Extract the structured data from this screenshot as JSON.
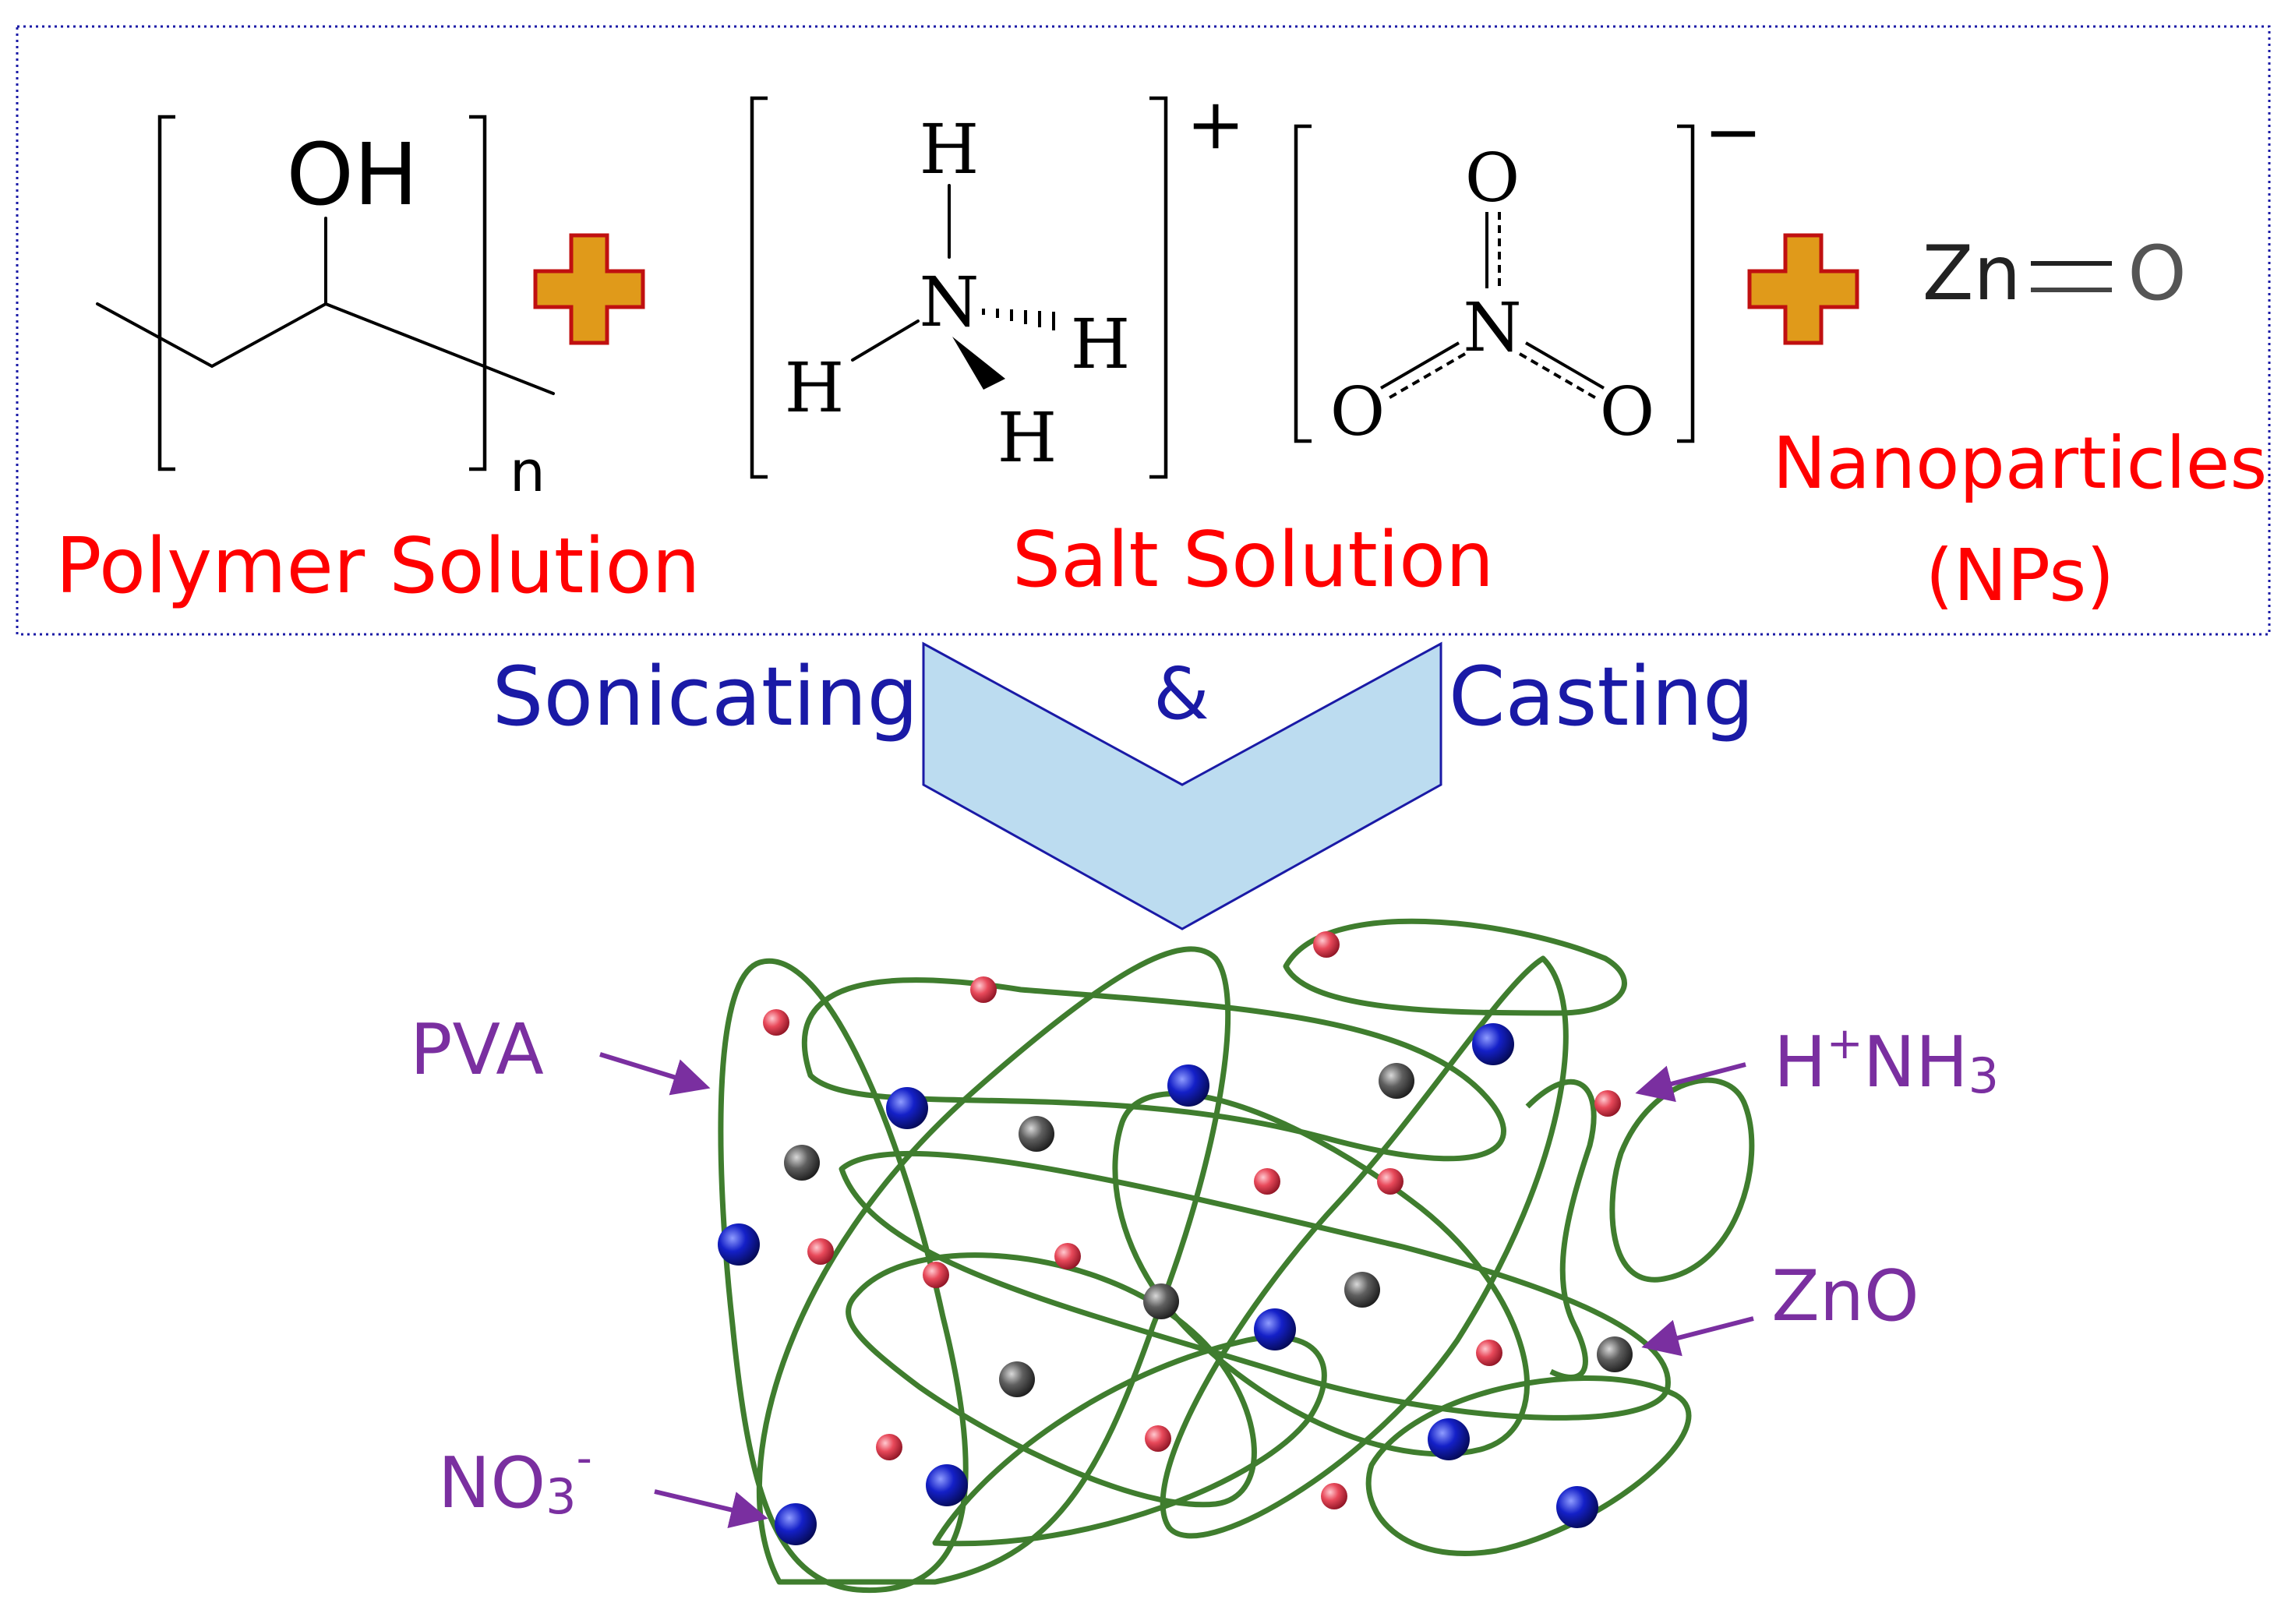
{
  "reactants": {
    "polymer": {
      "group": "OH",
      "subscript": "n",
      "label": "Polymer Solution"
    },
    "salt": {
      "cation_atoms": {
        "h_top": "H",
        "n": "N",
        "h_left": "H",
        "h_right": "H",
        "h_bottom": "H"
      },
      "cation_charge": "+",
      "anion_atoms": {
        "o_top": "O",
        "n": "N",
        "o_left": "O",
        "o_right": "O"
      },
      "anion_charge": "−",
      "label": "Salt Solution"
    },
    "nanoparticles": {
      "zn": "Zn",
      "o": "O",
      "label_line1": "Nanoparticles",
      "label_line2": "(NPs)"
    }
  },
  "process": {
    "left": "Sonicating",
    "middle": "&",
    "right": "Casting"
  },
  "product": {
    "labels": {
      "pva": "PVA",
      "h": "H",
      "h_sup": "+",
      "nh": "NH",
      "nh_sub": "3",
      "zno": "ZnO",
      "no": "NO",
      "no_sub": "3",
      "no_sup": "-"
    }
  },
  "colors": {
    "label_red": "#ff0000",
    "process_blue": "#1a1aa6",
    "callout_purple": "#7a2fa0",
    "plus_fill": "#e09a1a",
    "plus_stroke": "#c01010",
    "arrow_fill": "#bcdcf0",
    "arrow_stroke": "#1a1aa6",
    "fiber_green": "#3f7d2e",
    "particle_nh4": "#e8495a",
    "particle_no3": "#1420c8",
    "particle_zno": "#5a5a5a",
    "box_border": "#1a1aa6"
  }
}
